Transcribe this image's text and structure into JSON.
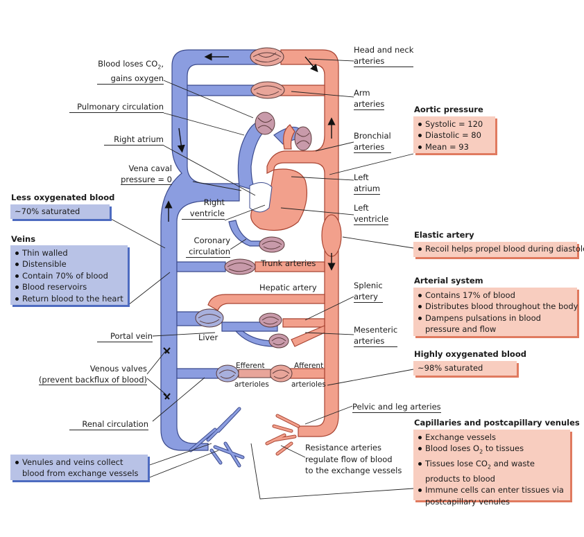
{
  "colors": {
    "venous": "#8b9de0",
    "venous_outline": "#3b4a8c",
    "arterial": "#f2a08c",
    "arterial_outline": "#a84432",
    "blue_box": "#b8c2e6",
    "blue_shadow": "#4d6bc0",
    "pink_box": "#f8cdbf",
    "pink_shadow": "#e07a5f"
  },
  "labels": {
    "blood_loses_co2_l1": "Blood loses CO",
    "blood_loses_co2_sub": "2",
    "blood_loses_co2_l1_end": ",",
    "blood_loses_co2_l2": "gains oxygen",
    "pulmonary_circulation": "Pulmonary circulation",
    "right_atrium": "Right atrium",
    "vena_caval_l1": "Vena caval",
    "vena_caval_l2": "pressure = 0",
    "right_ventricle_l1": "Right",
    "right_ventricle_l2": "ventricle",
    "coronary_l1": "Coronary",
    "coronary_l2": "circulation",
    "head_neck_l1": "Head and neck",
    "head_neck_l2": "arteries",
    "arm_l1": "Arm",
    "arm_l2": "arteries",
    "bronchial_l1": "Bronchial",
    "bronchial_l2": "arteries",
    "left_atrium_l1": "Left",
    "left_atrium_l2": "atrium",
    "left_ventricle_l1": "Left",
    "left_ventricle_l2": "ventricle",
    "trunk_arteries": "Trunk arteries",
    "hepatic_artery": "Hepatic artery",
    "splenic_l1": "Splenic",
    "splenic_l2": "artery",
    "liver": "Liver",
    "portal_vein": "Portal vein",
    "mesenteric_l1": "Mesenteric",
    "mesenteric_l2": "arteries",
    "venous_valves_l1": "Venous valves",
    "venous_valves_l2": "(prevent backflux of blood)",
    "efferent": "Efferent",
    "afferent": "Afferent",
    "arterioles_left": "arterioles",
    "arterioles_right": "arterioles",
    "renal_circulation": "Renal circulation",
    "pelvic_leg": "Pelvic and leg arteries",
    "resistance_l1": "Resistance arteries",
    "resistance_l2": "regulate flow of blood",
    "resistance_l3": "to the exchange vessels"
  },
  "panels": {
    "less_oxygenated": {
      "title": "Less oxygenated blood",
      "items": [
        "~70% saturated"
      ]
    },
    "veins": {
      "title": "Veins",
      "items": [
        "Thin walled",
        "Distensible",
        "Contain 70% of blood",
        "Blood reservoirs",
        "Return blood to the heart"
      ]
    },
    "venules": {
      "items": [
        "Venules and veins collect blood from exchange vessels"
      ]
    },
    "aortic_pressure": {
      "title": "Aortic pressure",
      "items": [
        "Systolic = 120",
        "Diastolic = 80",
        "Mean = 93"
      ]
    },
    "elastic_artery": {
      "title": "Elastic artery",
      "items": [
        "Recoil helps propel blood during diastole"
      ]
    },
    "arterial_system": {
      "title": "Arterial system",
      "items": [
        "Contains 17% of blood",
        "Distributes blood throughout the body",
        "Dampens pulsations in blood pressure and flow"
      ]
    },
    "highly_oxygenated": {
      "title": "Highly oxygenated blood",
      "items": [
        "~98% saturated"
      ]
    },
    "capillaries": {
      "title": "Capillaries and postcapillary venules",
      "items": [
        "Exchange vessels",
        "Blood loses O",
        "Tissues lose CO",
        "Immune cells can enter tissues via postcapillary venules"
      ],
      "item2_sub": "2",
      "item2_end": " to tissues",
      "item3_sub": "2",
      "item3_end": " and waste products to blood"
    }
  }
}
